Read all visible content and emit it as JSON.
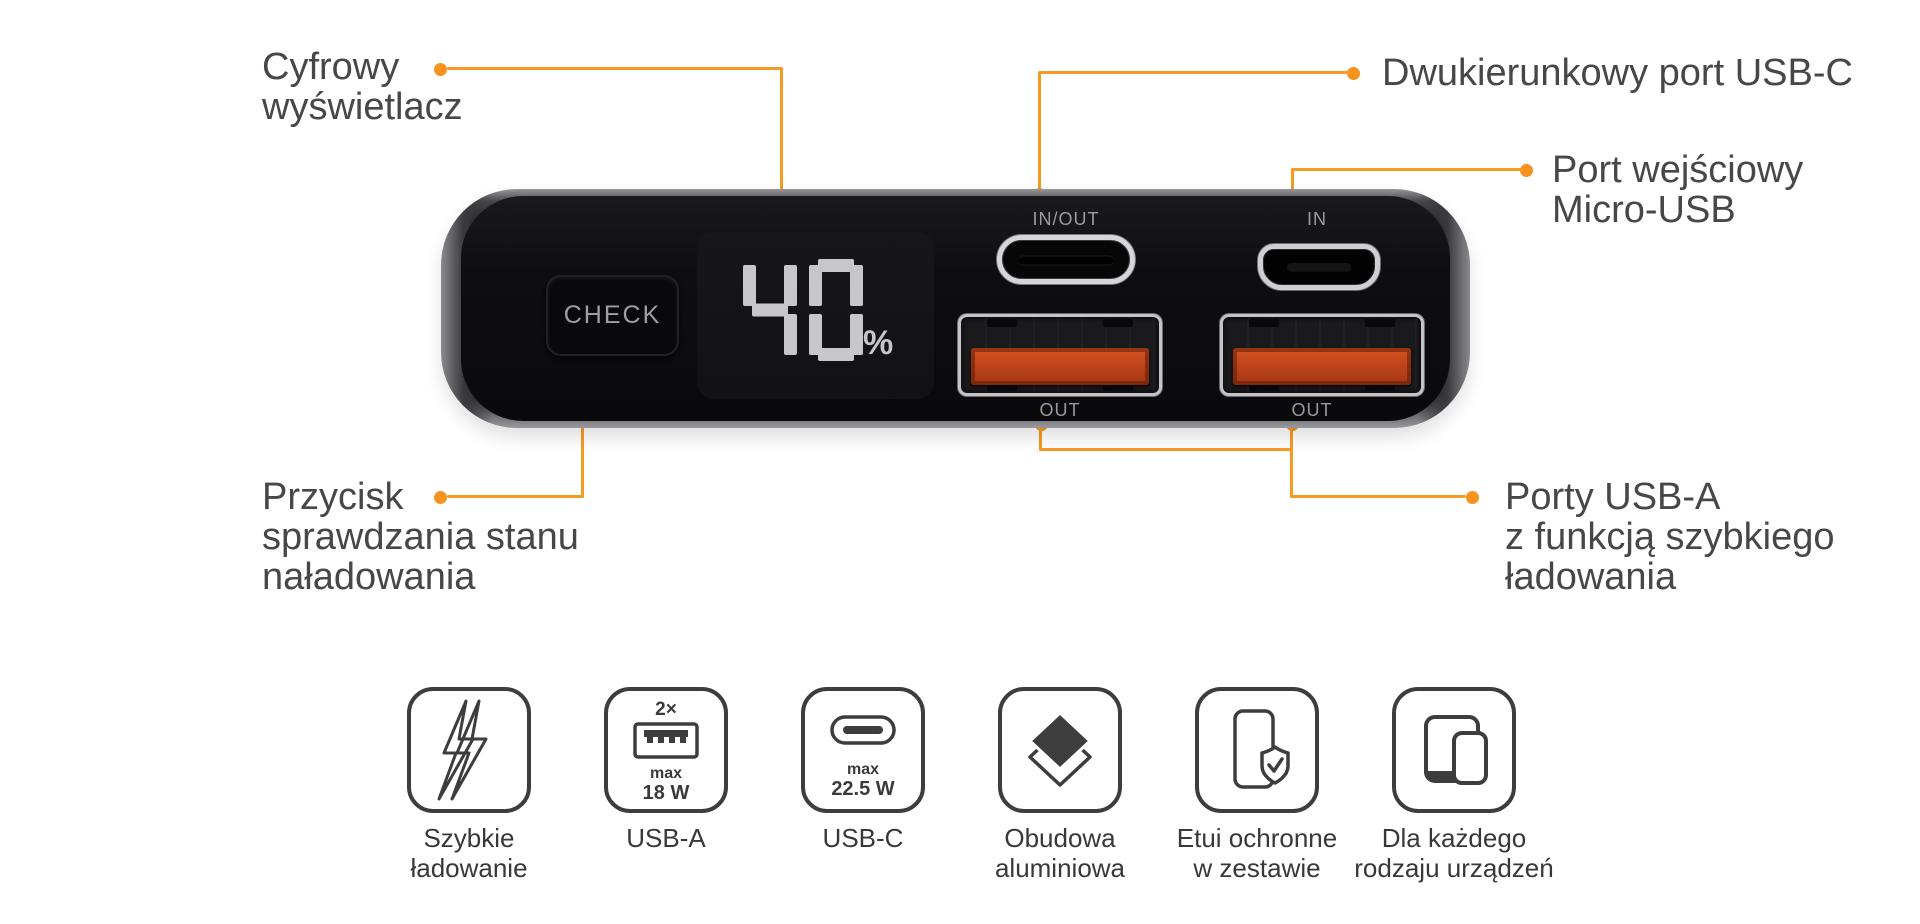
{
  "colors": {
    "accent_orange": "#F6921E",
    "line_orange": "#F79A23",
    "usb_tongue_orange": "#C2451C",
    "label_text": "#474747",
    "caption_text": "#383838",
    "icon_stroke": "#3D3D3D",
    "bank_body": "#0E0E10",
    "segment_gray": "#C7C7C9"
  },
  "callouts": {
    "digital_display": {
      "lines": [
        "Cyfrowy",
        "wyświetlacz"
      ]
    },
    "usb_c_port": {
      "lines": [
        "Dwukierunkowy port USB-C"
      ]
    },
    "micro_usb_port": {
      "lines": [
        "Port wejściowy",
        "Micro-USB"
      ]
    },
    "check_button": {
      "lines": [
        "Przycisk",
        "sprawdzania stanu",
        "naładowania"
      ]
    },
    "usb_a_ports": {
      "lines": [
        "Porty USB-A",
        "z funkcją szybkiego",
        "ładowania"
      ]
    }
  },
  "power_bank": {
    "check_button_label": "CHECK",
    "display": {
      "percent_value": "40",
      "percent_symbol": "%"
    },
    "ports": {
      "usb_c_label": "IN/OUT",
      "micro_usb_label": "IN",
      "usb_a_1_label": "OUT",
      "usb_a_2_label": "OUT"
    }
  },
  "features": [
    {
      "icon": "fast-charging-icon",
      "caption_lines": [
        "Szybkie",
        "ładowanie"
      ]
    },
    {
      "icon": "usb-a-icon",
      "top_label": "2×",
      "max_label": "max",
      "watt_label": "18 W",
      "caption_lines": [
        "USB-A"
      ]
    },
    {
      "icon": "usb-c-icon",
      "max_label": "max",
      "watt_label": "22.5 W",
      "caption_lines": [
        "USB-C"
      ]
    },
    {
      "icon": "aluminium-case-icon",
      "caption_lines": [
        "Obudowa",
        "aluminiowa"
      ]
    },
    {
      "icon": "protective-case-icon",
      "caption_lines": [
        "Etui ochronne",
        "w zestawie"
      ]
    },
    {
      "icon": "all-devices-icon",
      "caption_lines": [
        "Dla każdego",
        "rodzaju urządzeń"
      ]
    }
  ]
}
